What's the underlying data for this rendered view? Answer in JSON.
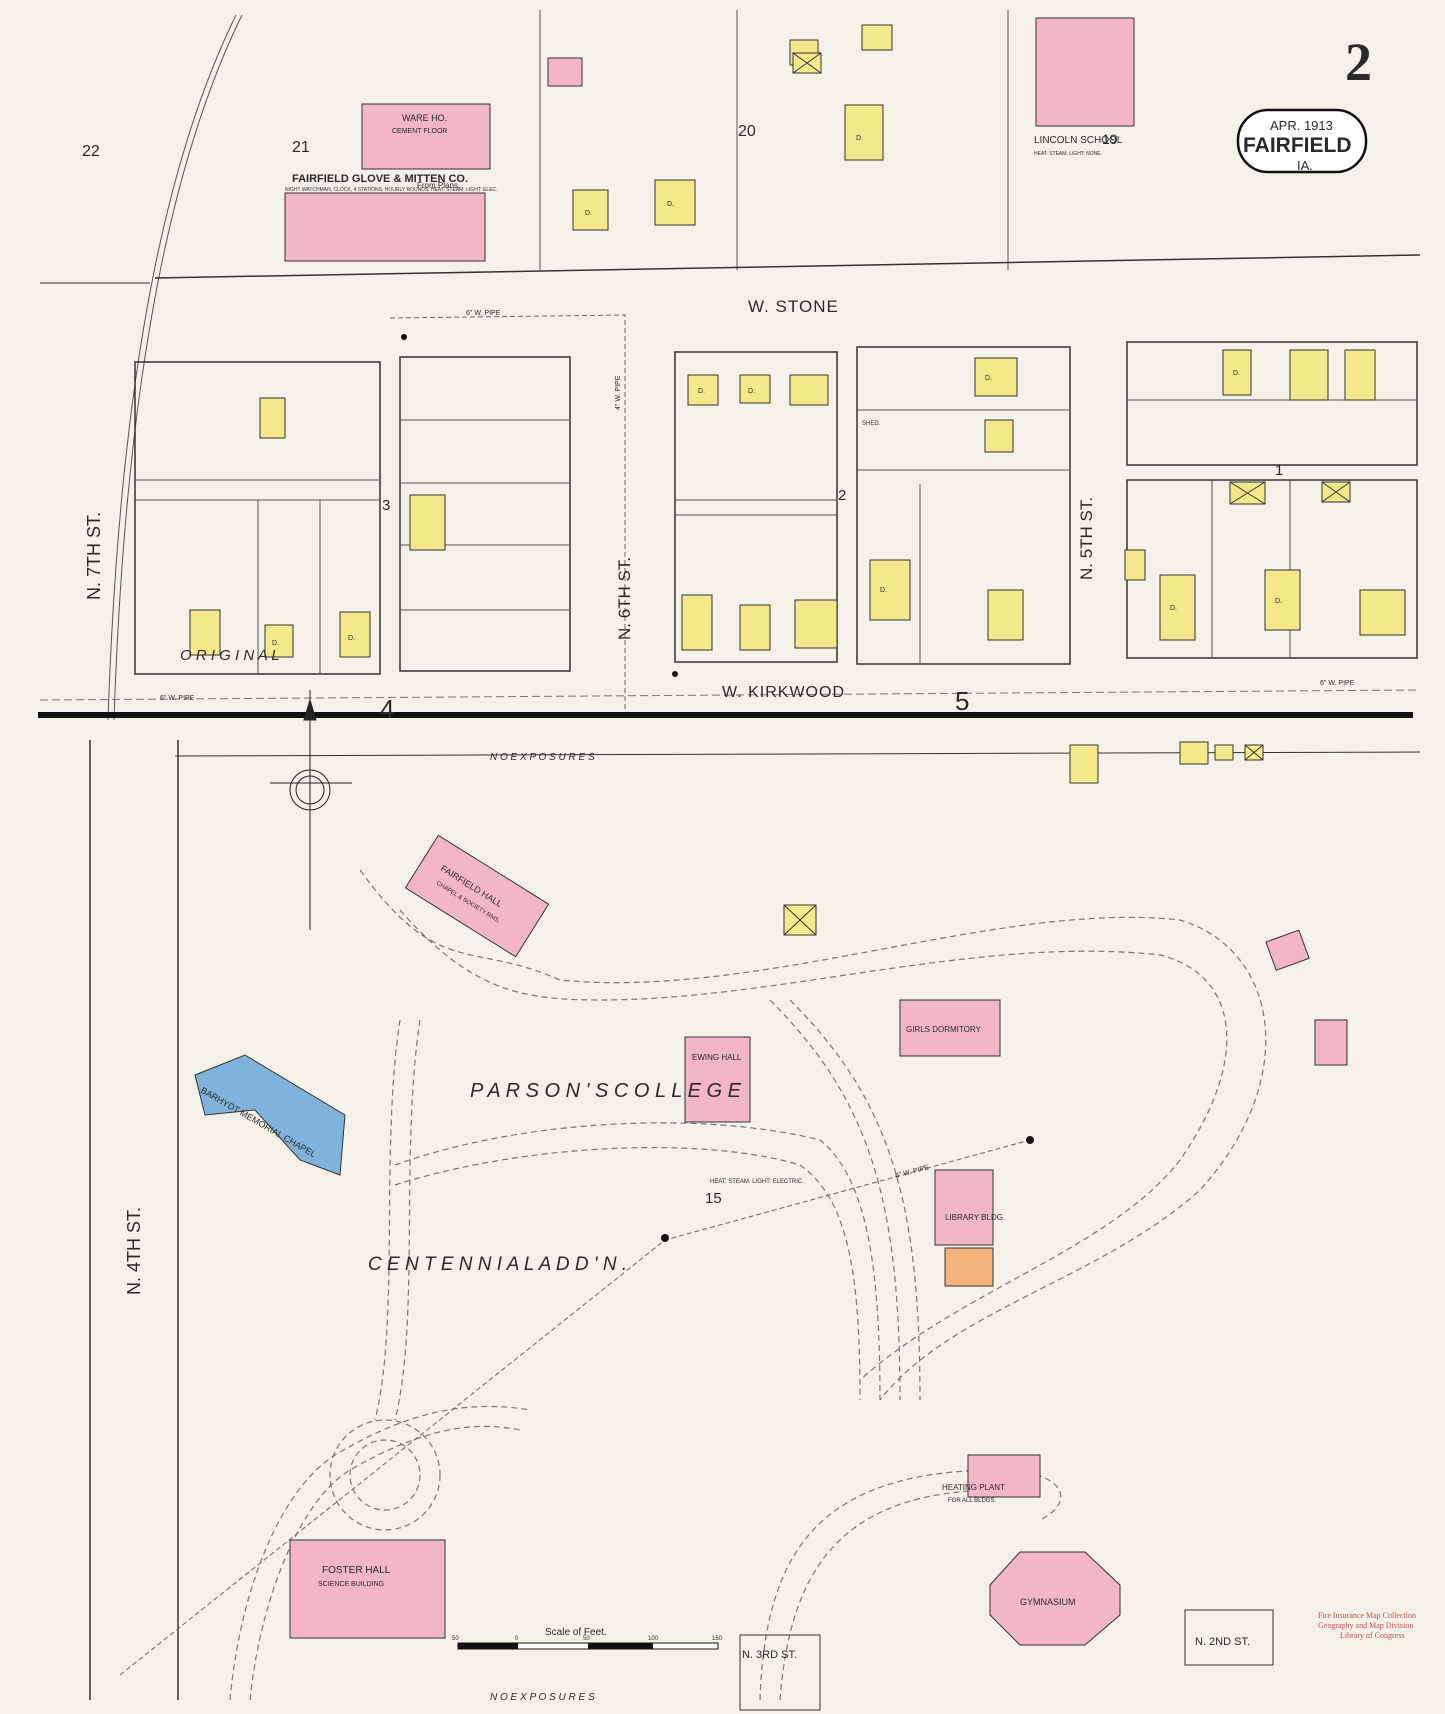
{
  "sheet": {
    "number": "2",
    "date": "APR. 1913",
    "city": "FAIRFIELD",
    "state": "IA."
  },
  "colors": {
    "paper": "#f4f1e8",
    "brick": "#f2b6c6",
    "frame": "#f5e88a",
    "stone": "#7fb3dc",
    "special": "#f2b27a",
    "ink": "#2a2a2a"
  },
  "blocks": [
    "22",
    "21",
    "20",
    "19",
    "3",
    "2",
    "1",
    "4",
    "5",
    "15"
  ],
  "streets": {
    "w_stone": "W. STONE",
    "w_kirkwood": "W. KIRKWOOD",
    "n_7th": "N. 7TH ST.",
    "n_6th": "N. 6TH ST.",
    "n_5th": "N. 5TH ST.",
    "n_4th": "N. 4TH ST.",
    "n_3rd": "N. 3RD ST.",
    "n_2nd": "N. 2ND ST."
  },
  "additions": {
    "parsons_college": "P A R S O N ' S    C O L L E G E",
    "centennial": "C  E  N  T  E  N  N  I  A  L    A  D  D ' N .",
    "original_top": "O  R  I  G  I  N  A  L",
    "no_exposures": "N O   E X P O S U R E S"
  },
  "buildings": {
    "glove_co": "FAIRFIELD GLOVE & MITTEN CO.",
    "glove_note": "NIGHT WATCHMAN, CLOCK, 4 STATIONS, HOURLY ROUNDS. HEAT: STEAM. LIGHT: ELEC.",
    "ware_ho": "WARE HO.",
    "cement_floor": "CEMENT FLOOR",
    "from_plans": "From Plans.",
    "lincoln_school": "LINCOLN SCHOOL",
    "lincoln_note": "HEAT: STEAM. LIGHT: NONE.",
    "fairfield_hall": "FAIRFIELD HALL",
    "fairfield_hall_sub": "CHAPEL & SOCIETY RMS.",
    "barhydt": "BARHYDT MEMORIAL CHAPEL",
    "ewing_hall": "EWING HALL",
    "girls_dorm": "GIRLS DORMITORY",
    "library": "LIBRARY BLDG.",
    "heating_plant": "HEATING PLANT",
    "heating_sub": "FOR ALL BLDGS.",
    "heat_note": "HEAT: STEAM. LIGHT: ELECTRIC.",
    "foster_hall": "FOSTER HALL",
    "foster_sub": "SCIENCE BUILDING",
    "gymnasium": "GYMNASIUM",
    "shed": "SHED."
  },
  "pipes": {
    "wpipe6": "6\" W. PIPE",
    "wpipe4": "4\" W. PIPE"
  },
  "house_label": "D.",
  "scale": {
    "title": "Scale of Feet.",
    "ticks": [
      "50",
      "0",
      "50",
      "100",
      "150"
    ]
  },
  "stamp": [
    "Fire Insurance Map Collection",
    "Geography and Map Division",
    "Library of Congress"
  ]
}
